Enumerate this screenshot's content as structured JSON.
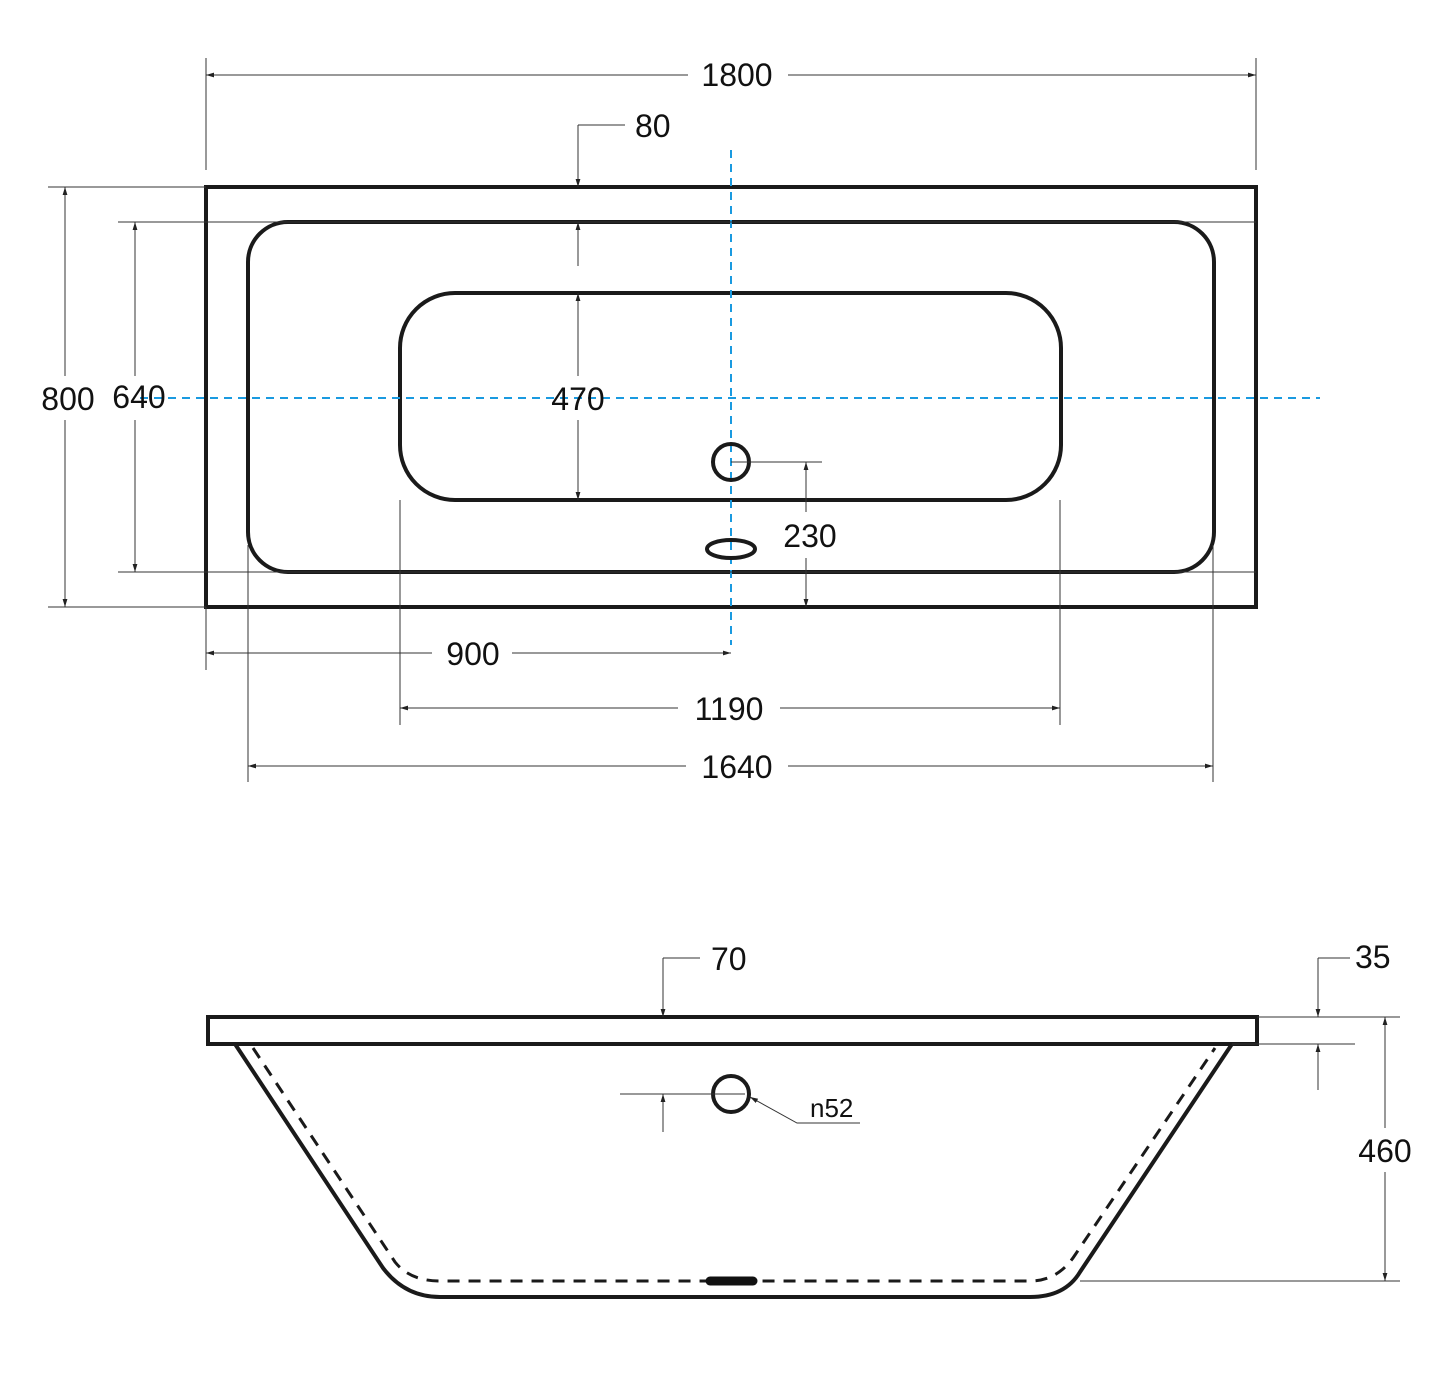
{
  "top_view": {
    "overall_length": "1800",
    "rim_width": "80",
    "overall_width": "800",
    "inner_width": "640",
    "basin_width": "470",
    "overflow_to_edge": "230",
    "drain_position": "900",
    "basin_length": "1190",
    "inner_length": "1640"
  },
  "side_view": {
    "rim_thickness_label": "70",
    "lip_height": "35",
    "overflow_diameter": "n52",
    "total_height": "460"
  },
  "colors": {
    "centerline": "#1a9ae0",
    "line": "#1a1a1a"
  }
}
